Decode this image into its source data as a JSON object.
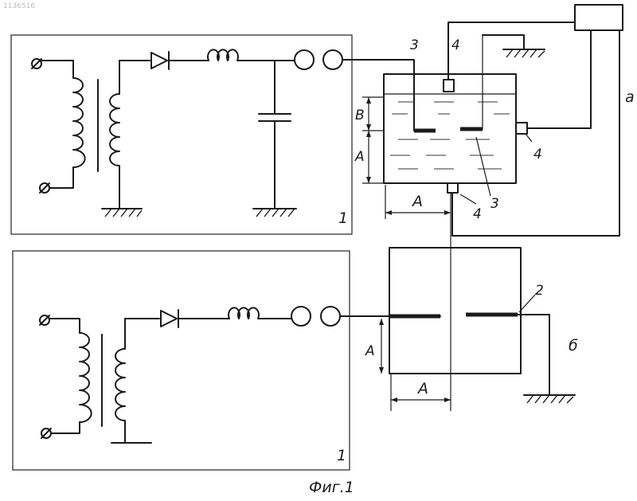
{
  "watermark": "1136516",
  "figure_caption": "Фиг.1",
  "variant_a_label": "а",
  "variant_b_label": "б",
  "panel_top": {
    "block_number": "1"
  },
  "panel_bottom": {
    "block_number": "1"
  },
  "top_right": {
    "electrode_3_label_left": "3",
    "sensor_4_label_top": "4",
    "sensor_4_label_right": "4",
    "sensor_4_label_bottom": "4",
    "electrode_3_label_bottom": "3",
    "dim_A_vertical": "А",
    "dim_B_vertical": "В",
    "dim_A_horizontal": "А"
  },
  "bottom_right": {
    "electrode_2_label": "2",
    "dim_A_vertical": "А",
    "dim_A_horizontal": "А"
  }
}
